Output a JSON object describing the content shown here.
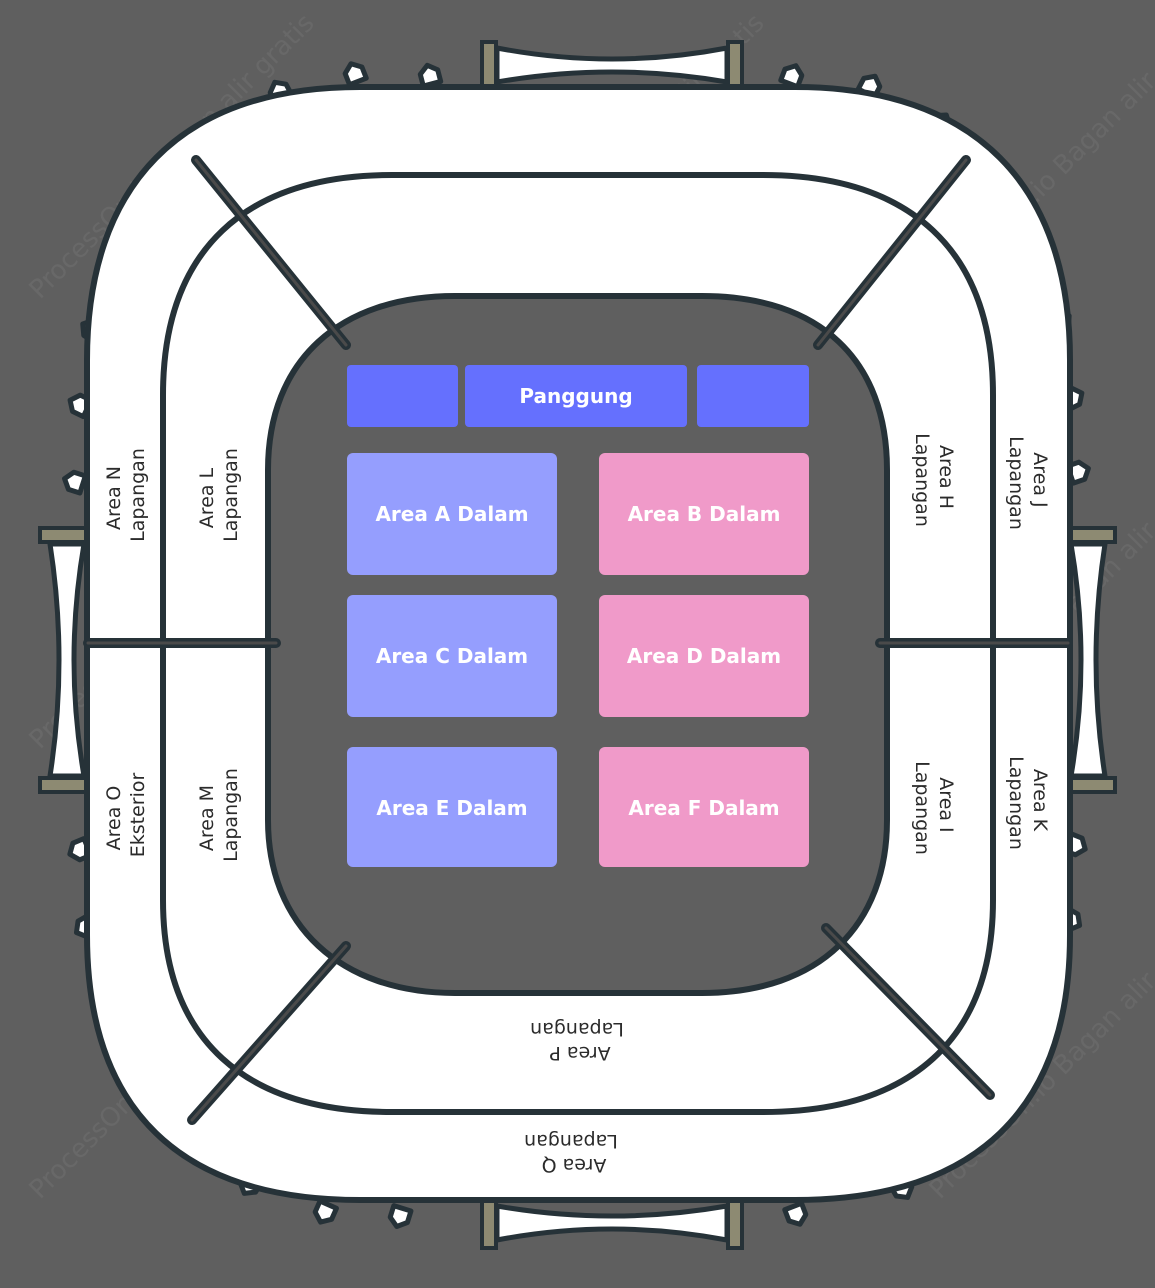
{
  "stage": {
    "panggung": {
      "label": "Panggung",
      "color": "#6570fe"
    }
  },
  "blocks": {
    "area_a": {
      "label": "Area A Dalam",
      "color": "#959efe"
    },
    "area_b": {
      "label": "Area B Dalam",
      "color": "#f09ac9"
    },
    "area_c": {
      "label": "Area C Dalam",
      "color": "#959efe"
    },
    "area_d": {
      "label": "Area D Dalam",
      "color": "#f09ac9"
    },
    "area_e": {
      "label": "Area E Dalam",
      "color": "#959efe"
    },
    "area_f": {
      "label": "Area F Dalam",
      "color": "#f09ac9"
    }
  },
  "sections": {
    "area_n": [
      "Area N",
      "Lapangan"
    ],
    "area_l": [
      "Area L",
      "Lapangan"
    ],
    "area_o": [
      "Area O",
      "Eksterior"
    ],
    "area_m": [
      "Area M",
      "Lapangan"
    ],
    "area_h": [
      "Area H",
      "Lapangan"
    ],
    "area_j": [
      "Area J",
      "Lapangan"
    ],
    "area_i": [
      "Area I",
      "Lapangan"
    ],
    "area_k": [
      "Area K",
      "Lapangan"
    ],
    "area_p": [
      "Area P",
      "Lapangan"
    ],
    "area_q": [
      "Area Q",
      "Lapangan"
    ]
  },
  "watermark": "ProcessOn.io Bagan alir gratis",
  "colors": {
    "background": "#5f5f5f",
    "stand": "#ffffff",
    "outline": "#263238",
    "post": "#8d8a72"
  }
}
